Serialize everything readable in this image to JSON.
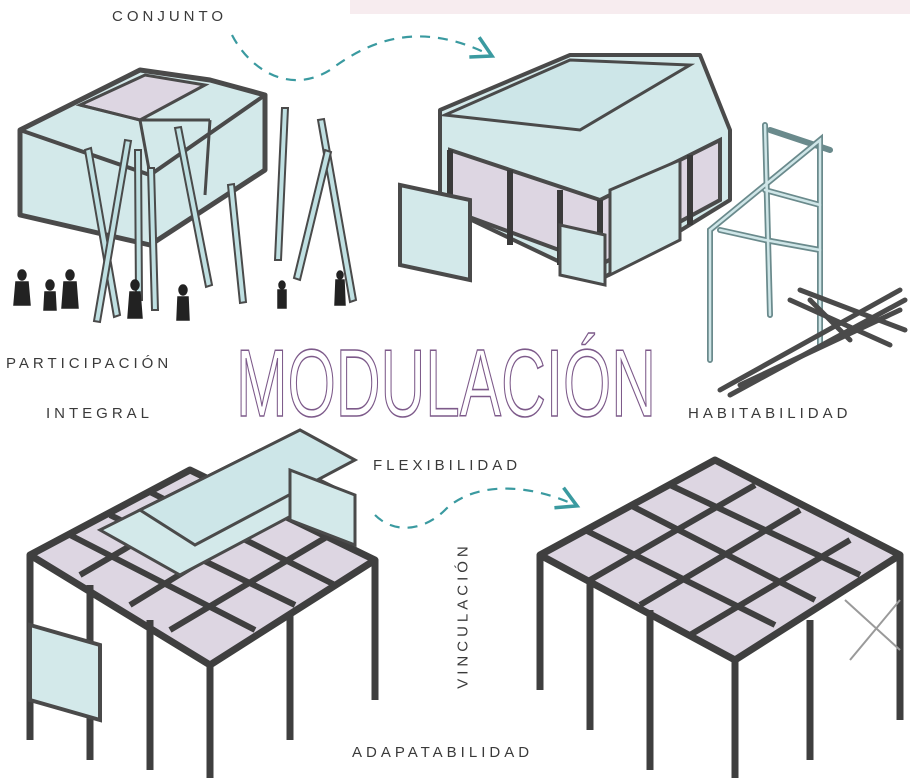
{
  "title": "MODULACIÓN",
  "labels": {
    "conjunto": "CONJUNTO",
    "participacion": "PARTICIPACIÓN",
    "integral": "INTEGRAL",
    "habitabilidad": "HABITABILIDAD",
    "flexibilidad": "FLEXIBILIDAD",
    "vinculacion": "VINCULACIÓN",
    "adaptabilidad": "ADAPATABILIDAD"
  },
  "colors": {
    "panel_fill": "#d3e9ea",
    "frame_stroke": "#4a4a4a",
    "floor_fill": "#ddd6e2",
    "title_outline": "#7d5a8a",
    "arrow": "#3a9aa0",
    "band": "#f7ecef"
  }
}
